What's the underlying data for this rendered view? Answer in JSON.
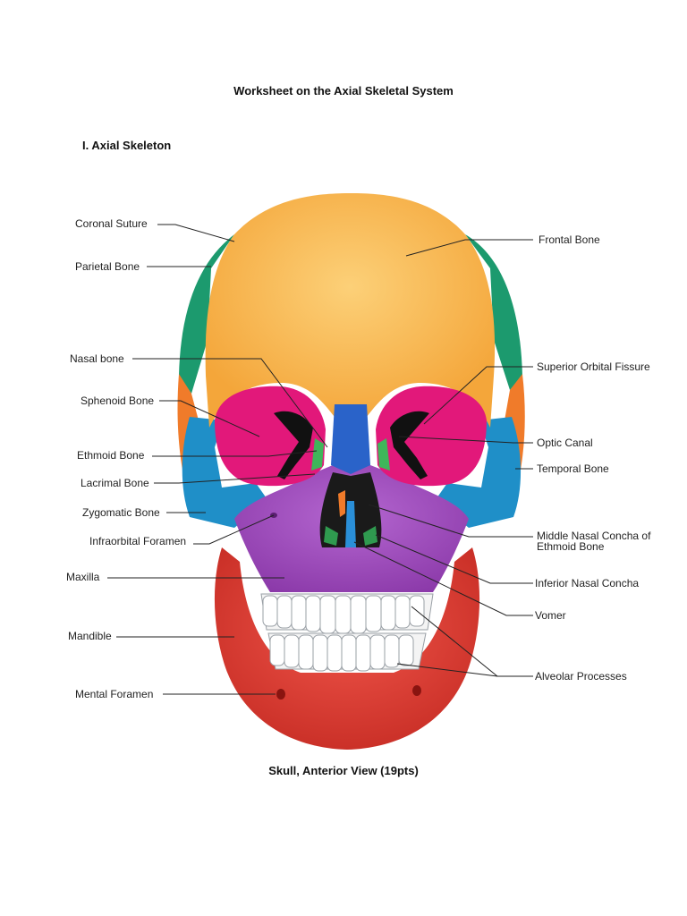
{
  "document": {
    "title": "Worksheet on the Axial Skeletal System",
    "section_heading": "I. Axial Skeleton",
    "caption": "Skull, Anterior View (19pts)"
  },
  "labels": {
    "coronal_suture": "Coronal Suture",
    "parietal_bone": "Parietal Bone",
    "nasal_bone": "Nasal bone",
    "sphenoid_bone": "Sphenoid Bone",
    "ethmoid_bone": "Ethmoid Bone",
    "lacrimal_bone": "Lacrimal Bone",
    "zygomatic_bone": "Zygomatic Bone",
    "infraorbital_foramen": "Infraorbital Foramen",
    "maxilla": "Maxilla",
    "mandible": "Mandible",
    "mental_foramen": "Mental Foramen",
    "frontal_bone": "Frontal Bone",
    "superior_orbital_fissure": "Superior Orbital Fissure",
    "optic_canal": "Optic Canal",
    "temporal_bone": "Temporal Bone",
    "middle_nasal_concha_line1": "Middle Nasal Concha of",
    "middle_nasal_concha_line2": "Ethmoid Bone",
    "inferior_nasal_concha": "Inferior Nasal Concha",
    "vomer": "Vomer",
    "alveolar_processes": "Alveolar Processes"
  },
  "colors": {
    "frontal": "#f9b746",
    "parietal": "#1c9a6e",
    "temporal": "#f07b2a",
    "sphenoid": "#e2187a",
    "zygomatic": "#1f8fc8",
    "maxilla": "#9a44b8",
    "mandible": "#e4392c",
    "nasal": "#2a63c9",
    "ethmoid": "#3fb65a",
    "teeth": "#ffffff"
  }
}
